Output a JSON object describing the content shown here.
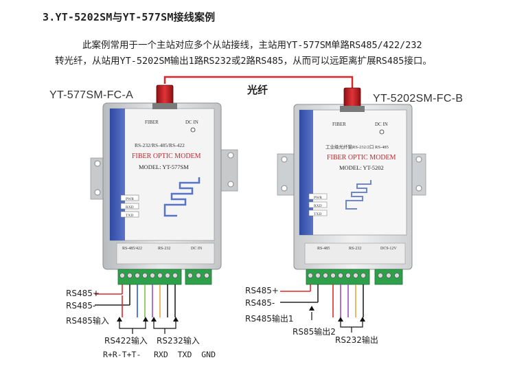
{
  "heading": "3.YT-5202SM与YT-577SM接线案例",
  "paragraph": {
    "line1": "此案例常用于一个主站对应多个从站接线，主站用YT-577SM单路RS485/422/232",
    "line2": "转光纤，从站用YT-5202SM输出1路RS232或2路RS485，从而可以远距离扩展RS485接口。"
  },
  "fiber_link_label": "光纤",
  "device_a": {
    "name": "YT-577SM-FC-A",
    "fiber_text": "FIBER",
    "dc_text": "DC IN",
    "protocol_text": "RS-232/RS-485/RS-422",
    "modem_text": "FIBER OPTIC MODEM",
    "model_text": "MODEL: YT-577SM",
    "leds": [
      "PWR",
      "RXD",
      "TXD"
    ],
    "port_labels": [
      "RS-485/422",
      "RS-232",
      "DC IN"
    ],
    "wire_labels": {
      "rs485_plus": "RS485+",
      "rs485_minus": "RS485-",
      "rs485_in": "RS485输入",
      "rs422_in": "RS422输入",
      "rs232_in": "RS232输入",
      "rs422_pins": "R+R-T+T-",
      "rs232_pins": "RXD  TXD  GND"
    }
  },
  "device_b": {
    "name": "YT-5202SM-FC-B",
    "fiber_text": "FIBER",
    "dc_text": "DC IN",
    "protocol_text": "工业级光纤猫RS-232/2口 RS-485",
    "modem_text": "FIBER OPTIC MODEM",
    "model_text": "MODEL: YT-5202",
    "leds": [
      "PWR",
      "RXD",
      "TXD"
    ],
    "port_labels": [
      "RS-485",
      "RS-232",
      "DC9-12V"
    ],
    "wire_labels": {
      "rs485_plus": "RS485+",
      "rs485_minus": "RS485-",
      "rs485_out1": "RS485输出1",
      "rs485_out2": "RS85输出2",
      "rs232_out": "RS232输出"
    }
  }
}
